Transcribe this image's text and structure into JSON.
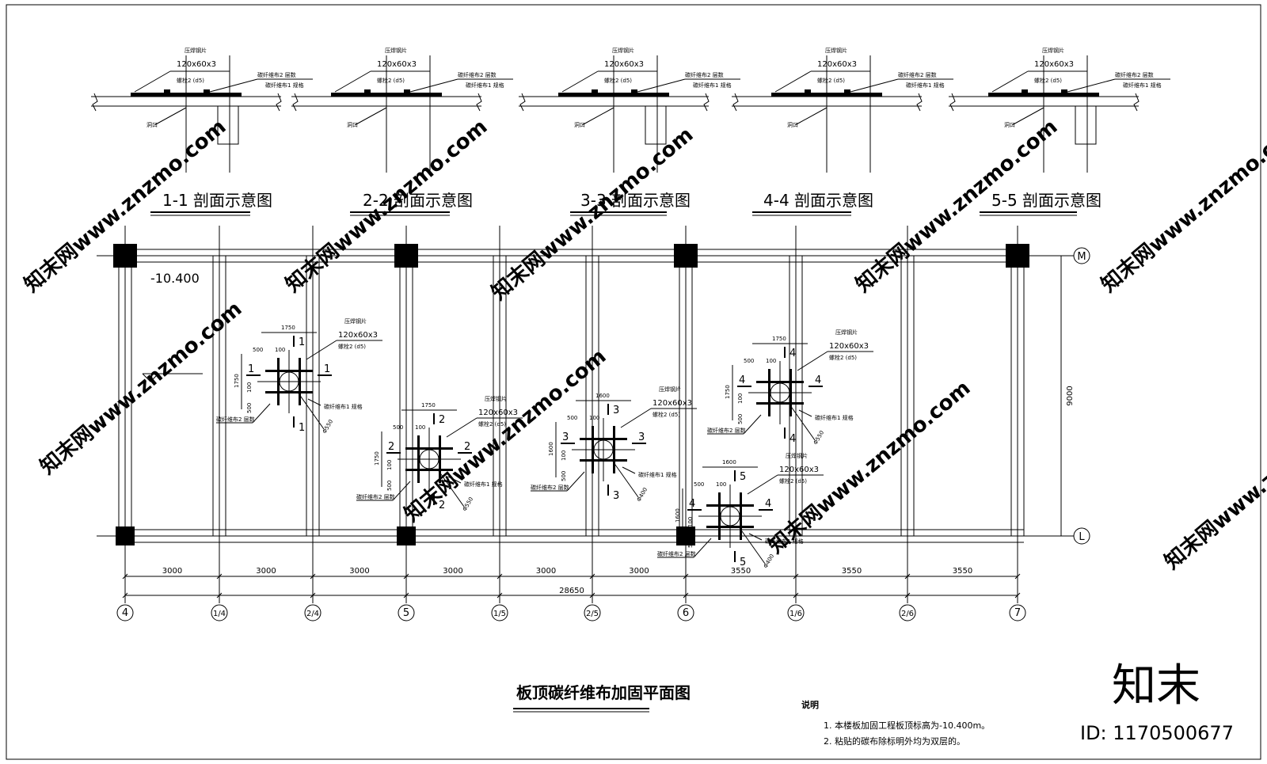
{
  "drawing_title": "板顶碳纤维布加固平面图",
  "elevation_mark": "-10.400",
  "sections": [
    {
      "id": "1",
      "title": "1-1 剖面示意图",
      "plate": "120x60x3",
      "plate_label": "压焊钢片",
      "bolt": "螺栓2 (d5)",
      "tag_a": "碳纤维布2 层数",
      "tag_b": "碳纤维布1 规格",
      "hole": "洞口"
    },
    {
      "id": "2",
      "title": "2-2 剖面示意图",
      "plate": "120x60x3",
      "plate_label": "压焊钢片",
      "bolt": "螺栓2 (d5)",
      "tag_a": "碳纤维布2 层数",
      "tag_b": "碳纤维布1 规格",
      "hole": "洞口"
    },
    {
      "id": "3",
      "title": "3-3 剖面示意图",
      "plate": "120x60x3",
      "plate_label": "压焊钢片",
      "bolt": "螺栓2 (d5)",
      "tag_a": "碳纤维布2 层数",
      "tag_b": "碳纤维布1 规格",
      "hole": "洞口"
    },
    {
      "id": "4",
      "title": "4-4 剖面示意图",
      "plate": "120x60x3",
      "plate_label": "压焊钢片",
      "bolt": "螺栓2 (d5)",
      "tag_a": "碳纤维布2 层数",
      "tag_b": "碳纤维布1 规格",
      "hole": "洞口"
    },
    {
      "id": "5",
      "title": "5-5 剖面示意图",
      "plate": "120x60x3",
      "plate_label": "压焊钢片",
      "bolt": "螺栓2 (d5)",
      "tag_a": "碳纤维布2 层数",
      "tag_b": "碳纤维布1 规格",
      "hole": "洞口"
    }
  ],
  "axes_bottom": [
    "4",
    "1/4",
    "2/4",
    "5",
    "1/5",
    "2/5",
    "6",
    "1/6",
    "2/6",
    "7"
  ],
  "axes_right": [
    "M",
    "L"
  ],
  "span_dims": [
    "3000",
    "3000",
    "3000",
    "3000",
    "3000",
    "3000",
    "3550",
    "3550",
    "3550"
  ],
  "total_dim": "28650",
  "height_dim": "9000",
  "details": [
    {
      "sec": "1",
      "top_dim": "1750",
      "side_dim": "1750",
      "d1": "500",
      "d2": "100",
      "d3": "100",
      "d4": "500",
      "hole": "Φ550",
      "plate": "120x60x3",
      "plate_label": "压焊钢片",
      "bolt": "螺栓2 (d5)",
      "tag_a": "碳纤维布1 规格",
      "tag_b": "碳纤维布2 层数"
    },
    {
      "sec": "2",
      "top_dim": "1750",
      "side_dim": "1750",
      "d1": "500",
      "d2": "100",
      "d3": "100",
      "d4": "500",
      "hole": "Φ550",
      "plate": "120x60x3",
      "plate_label": "压焊钢片",
      "bolt": "螺栓2 (d5)",
      "tag_a": "碳纤维布1 规格",
      "tag_b": "碳纤维布2 层数"
    },
    {
      "sec": "3",
      "top_dim": "1600",
      "side_dim": "1600",
      "d1": "500",
      "d2": "100",
      "d3": "100",
      "d4": "500",
      "hole": "Φ400",
      "plate": "120x60x3",
      "plate_label": "压焊钢片",
      "bolt": "螺栓2 (d5)",
      "tag_a": "碳纤维布1 规格",
      "tag_b": "碳纤维布2 层数"
    },
    {
      "sec": "4",
      "top_dim": "1750",
      "side_dim": "1750",
      "d1": "500",
      "d2": "100",
      "d3": "100",
      "d4": "500",
      "hole": "Φ550",
      "plate": "120x60x3",
      "plate_label": "压焊钢片",
      "bolt": "螺栓2 (d5)",
      "tag_a": "碳纤维布1 规格",
      "tag_b": "碳纤维布2 层数"
    },
    {
      "sec": "5",
      "top_dim": "1600",
      "side_dim": "1600",
      "d1": "500",
      "d2": "100",
      "d3": "100",
      "d4": "500",
      "hole": "Φ400",
      "plate": "120x60x3",
      "plate_label": "压焊钢片",
      "bolt": "螺栓2 (d5)",
      "tag_a": "碳纤维布1 规格",
      "tag_b": "碳纤维布2 层数"
    }
  ],
  "notes": {
    "heading": "说明",
    "items": [
      "1.  本楼板加固工程板顶标高为-10.400m。",
      "2.  粘贴的碳布除标明外均为双层的。"
    ]
  },
  "watermark": "知末网www.znzmo.com",
  "brand": {
    "logo": "知末",
    "id": "ID: 1170500677"
  }
}
